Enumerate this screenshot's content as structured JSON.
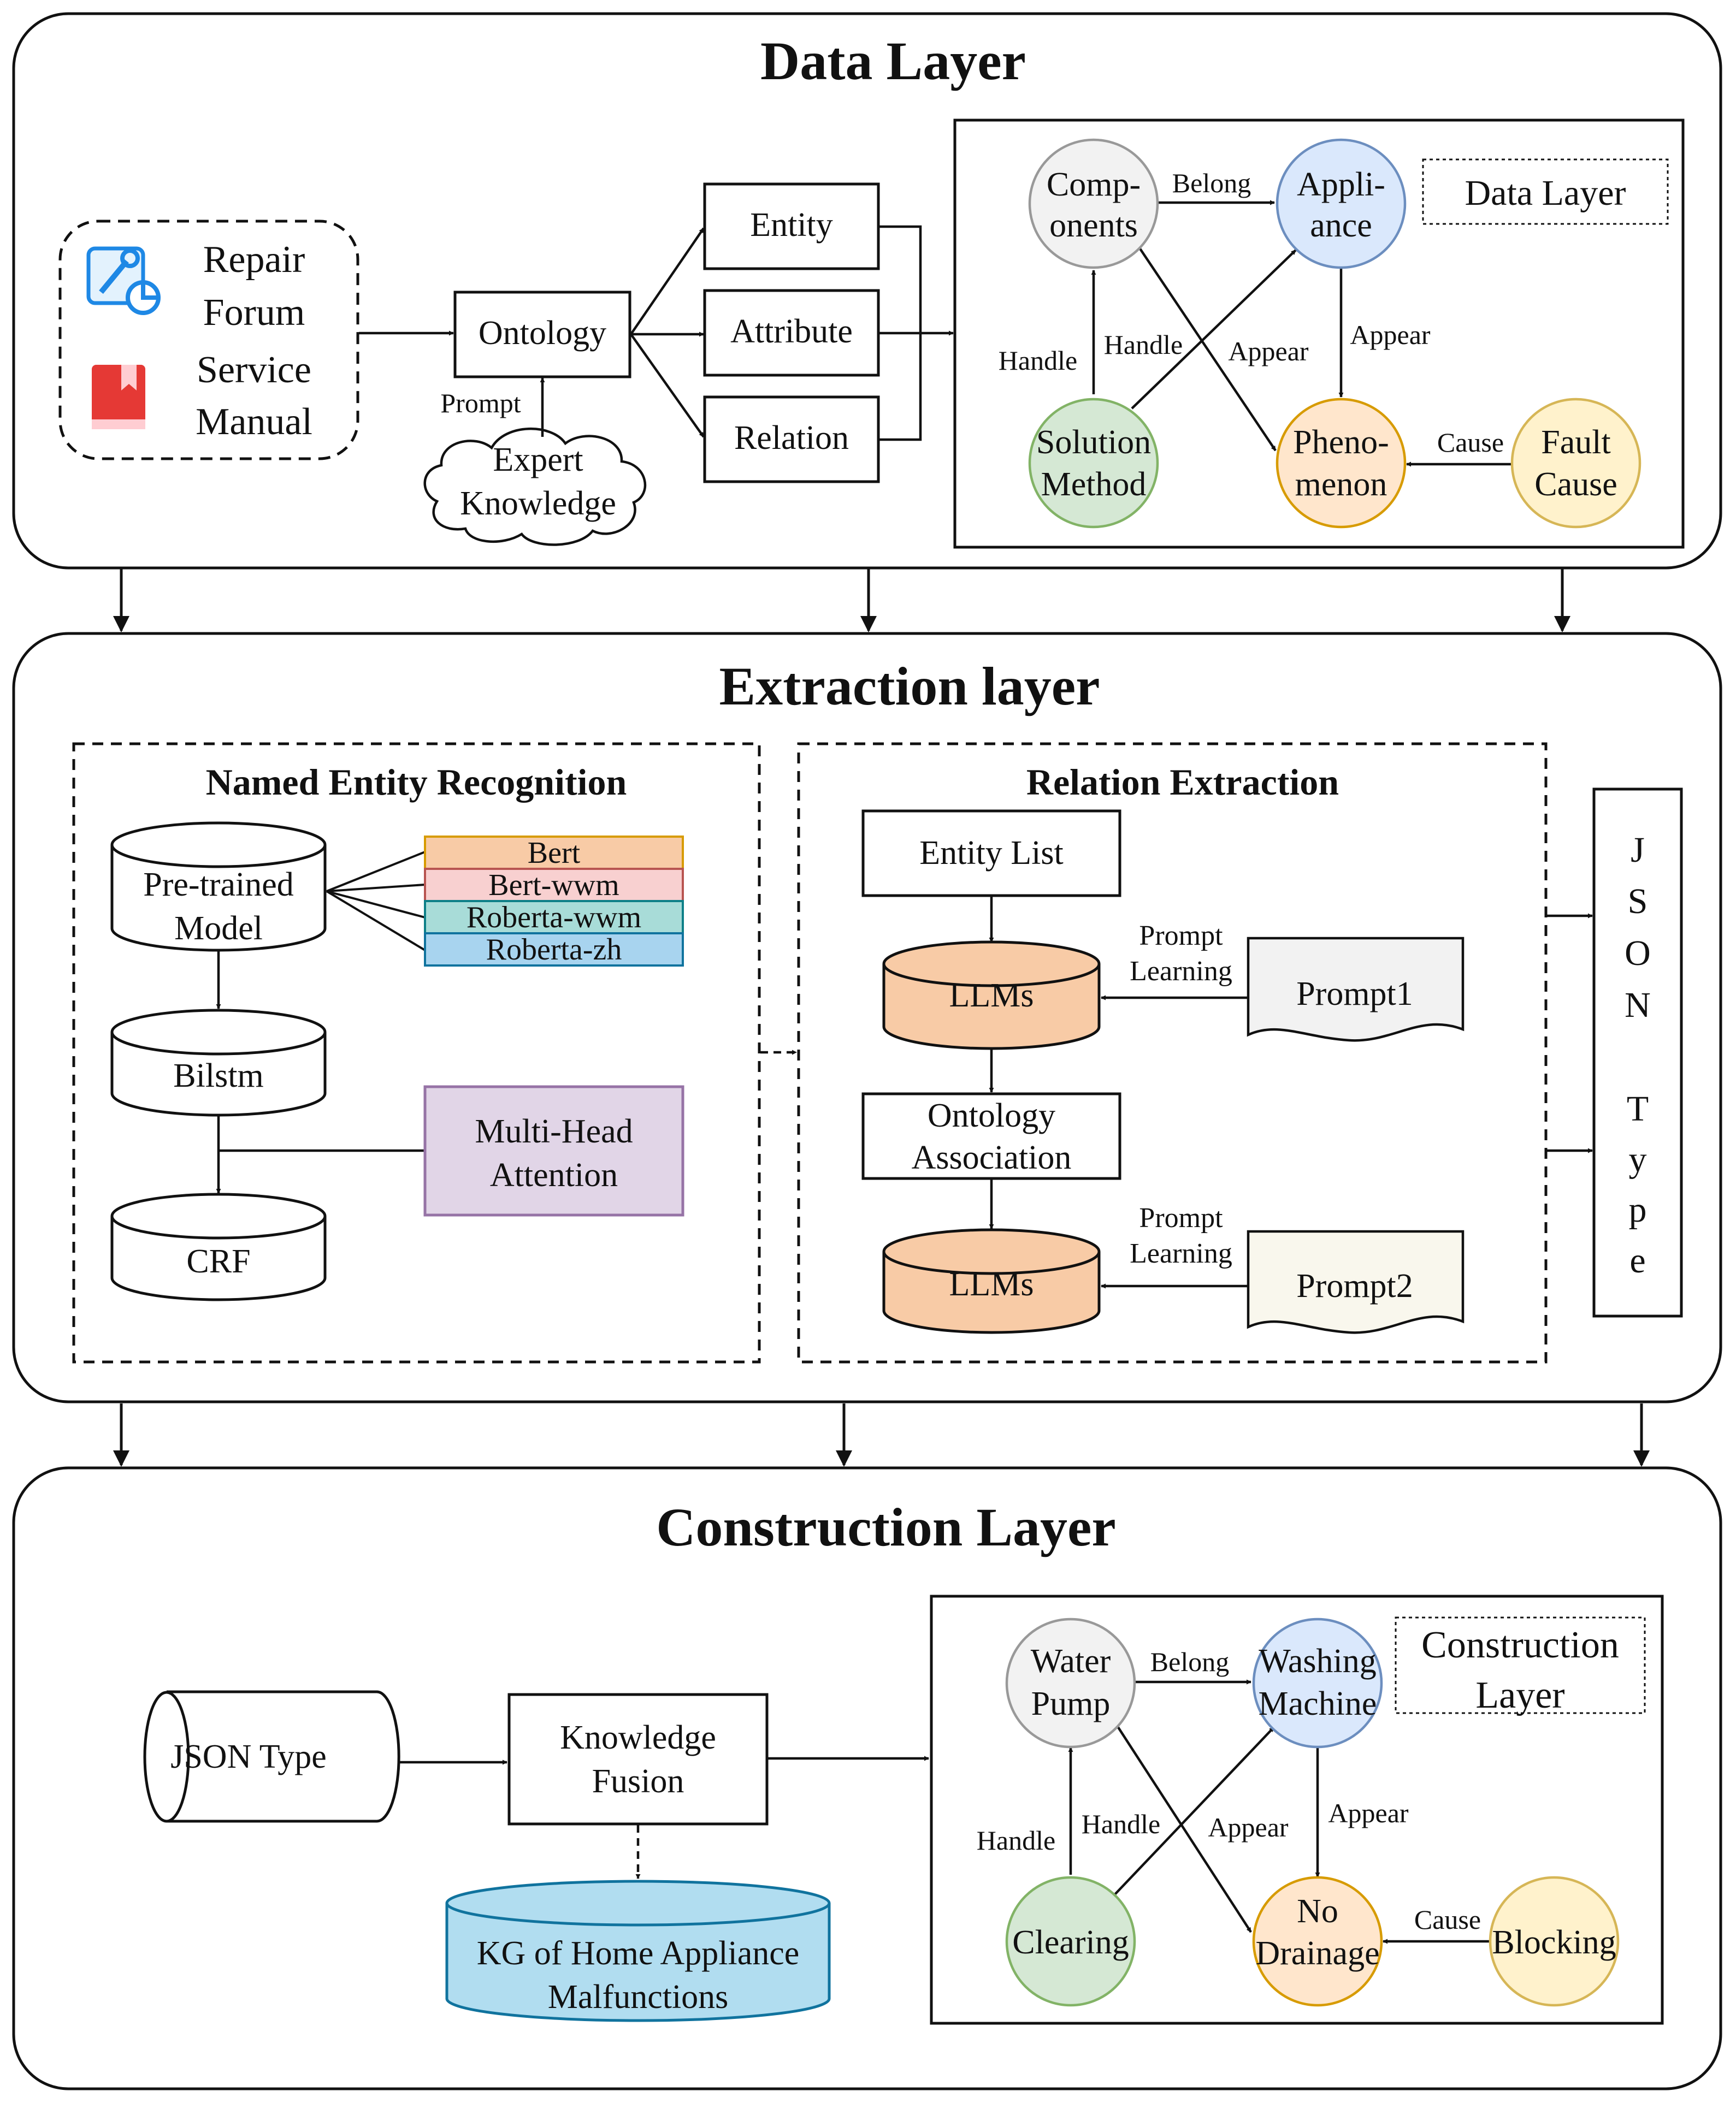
{
  "data_layer": {
    "title": "Data Layer",
    "sources": [
      "Repair",
      "Forum",
      "Service",
      "Manual"
    ],
    "source_icons": [
      "repair-forum-icon",
      "service-manual-icon"
    ],
    "ontology": "Ontology",
    "prompt": "Prompt",
    "expert_knowledge": [
      "Expert",
      "Knowledge"
    ],
    "entity": "Entity",
    "attribute": "Attribute",
    "relation": "Relation",
    "graph": {
      "legend": "Data Layer",
      "nodes": {
        "components": [
          "Comp-",
          "onents"
        ],
        "appliance": [
          "Appli-",
          "ance"
        ],
        "solution": [
          "Solution",
          "Method"
        ],
        "phenomenon": [
          "Pheno-",
          "menon"
        ],
        "fault": [
          "Fault",
          "Cause"
        ]
      },
      "edges": {
        "belong": "Belong",
        "appear_cross": "Appear",
        "appear_down": "Appear",
        "handle_left": "Handle",
        "handle_cross": "Handle",
        "cause": "Cause"
      }
    }
  },
  "extraction_layer": {
    "title": "Extraction layer",
    "ner": {
      "title": "Named Entity Recognition",
      "pretrained": [
        "Pre-trained",
        "Model"
      ],
      "models": [
        "Bert",
        "Bert-wwm",
        "Roberta-wwm",
        "Roberta-zh"
      ],
      "model_colors": [
        "#f8cba6",
        "#f8d0d0",
        "#a8dcd8",
        "#a8d4ef"
      ],
      "bilstm": "Bilstm",
      "crf": "CRF",
      "attention": [
        "Multi-Head",
        "Attention"
      ]
    },
    "re": {
      "title": "Relation Extraction",
      "entity_list": "Entity List",
      "llm1": "LLMs",
      "llm2": "LLMs",
      "ontology_assoc": [
        "Ontology",
        "Association"
      ],
      "prompt_learning_1": [
        "Prompt",
        "Learning"
      ],
      "prompt_learning_2": [
        "Prompt",
        "Learning"
      ],
      "prompt1": "Prompt1",
      "prompt2": "Prompt2"
    },
    "json_type": [
      "J",
      "S",
      "O",
      "N",
      "T",
      "y",
      "p",
      "e"
    ]
  },
  "construction_layer": {
    "title": "Construction Layer",
    "json_type": "JSON Type",
    "fusion": [
      "Knowledge",
      "Fusion"
    ],
    "kg": [
      "KG of Home Appliance",
      "Malfunctions"
    ],
    "graph": {
      "legend": [
        "Construction",
        "Layer"
      ],
      "nodes": {
        "pump": [
          "Water",
          "Pump"
        ],
        "machine": [
          "Washing",
          "Machine"
        ],
        "clearing": [
          "Clearing"
        ],
        "drainage": [
          "No",
          "Drainage"
        ],
        "blocking": [
          "Blocking"
        ]
      },
      "edges": {
        "belong": "Belong",
        "appear_cross": "Appear",
        "appear_down": "Appear",
        "handle_left": "Handle",
        "handle_cross": "Handle",
        "cause": "Cause"
      }
    }
  },
  "colors": {
    "gray_node": "#f2f2f2",
    "blue_node": "#dae8fc",
    "green_node": "#d5e8d4",
    "orange_node": "#ffe6cc",
    "yellow_node": "#fff2cc",
    "llm_fill": "#f8cba6",
    "attention_fill": "#e1d5e7",
    "kg_fill": "#b1ddf0"
  }
}
